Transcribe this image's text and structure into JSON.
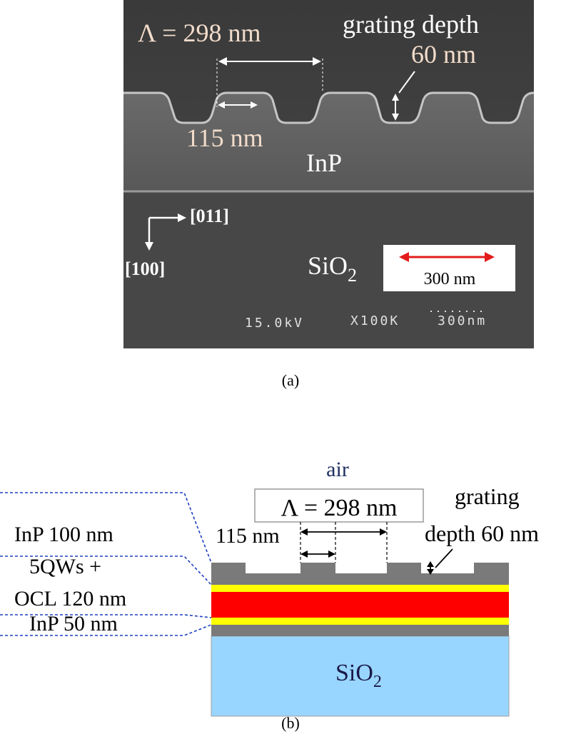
{
  "panel_a": {
    "period_label": "Λ = 298 nm",
    "grating_depth_label": "grating depth",
    "depth_value": "60 nm",
    "tooth_width_label": "115 nm",
    "inp_label": "InP",
    "sio2_label": "SiO",
    "sio2_sub": "2",
    "dir_011": "[011]",
    "dir_100": "[100]",
    "scale_bar_label": "300 nm",
    "sem_voltage": "15.0kV",
    "sem_mag": "X100K",
    "sem_scale": "300nm",
    "caption": "(a)",
    "colors": {
      "sem_bg": "#474747",
      "label_tint": "#f2dccb",
      "scale_arrow": "#e31b1b"
    }
  },
  "panel_b": {
    "air_label": "air",
    "period_label": "Λ = 298 nm",
    "grating_label_1": "grating",
    "grating_label_2": "depth 60 nm",
    "tooth_width_label": "115 nm",
    "layers": [
      {
        "label": "InP 100 nm",
        "color": "#7a7a7a"
      },
      {
        "label": "5QWs +",
        "color": "#ffff00"
      },
      {
        "label": "OCL 120 nm",
        "color": "#ff0000"
      },
      {
        "label": "InP 50 nm",
        "color": "#7a7a7a"
      }
    ],
    "sio2_label": "SiO",
    "sio2_sub": "2",
    "caption": "(b)",
    "colors": {
      "inp": "#7a7a7a",
      "qw": "#ffff00",
      "ocl": "#ff0000",
      "sio2": "#99d6ff",
      "leader": "#1f3fbf",
      "air_text": "#1f2f5f"
    }
  }
}
